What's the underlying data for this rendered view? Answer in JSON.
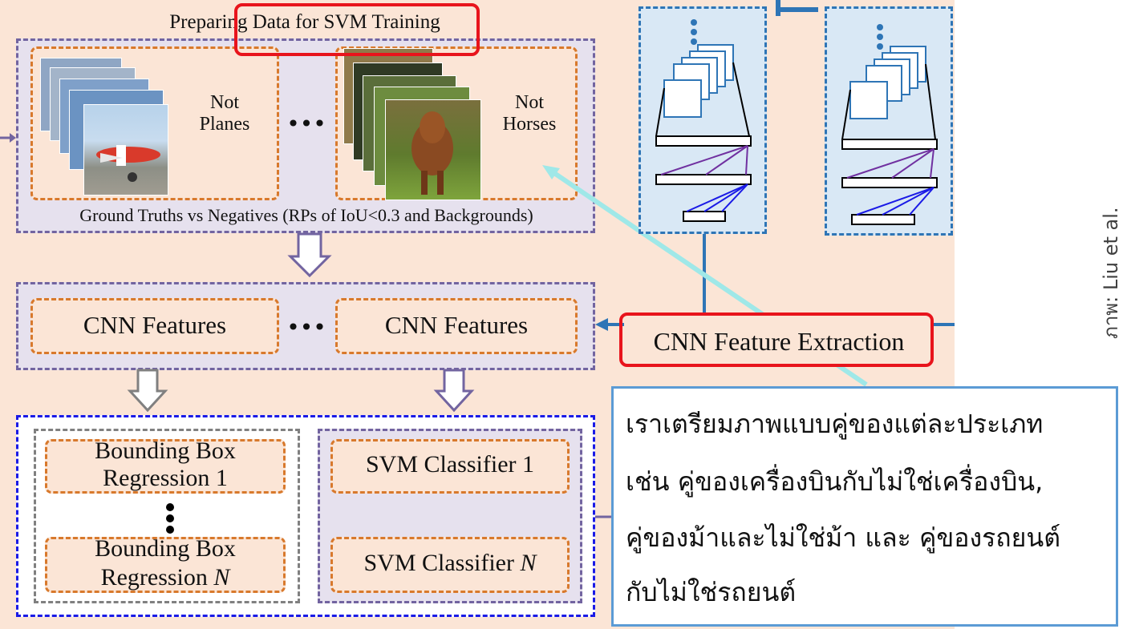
{
  "preparing": {
    "title": "Preparing Data for SVM Training",
    "not_planes_line1": "Not",
    "not_planes_line2": "Planes",
    "ellipsis": "•••",
    "not_horses_line1": "Not",
    "not_horses_line2": "Horses",
    "caption": "Ground Truths vs Negatives (RPs of IoU<0.3 and Backgrounds)"
  },
  "features": {
    "left_label": "CNN Features",
    "ellipsis": "•••",
    "right_label": "CNN Features"
  },
  "extraction": {
    "label": "CNN Feature Extraction"
  },
  "regression": {
    "box1_line1": "Bounding Box",
    "box1_line2": "Regression 1",
    "boxN_line1": "Bounding Box",
    "boxN_line2_prefix": "Regression ",
    "boxN_line2_italic": "N"
  },
  "classifier": {
    "box1": "SVM Classifier 1",
    "boxN_prefix": "SVM Classifier ",
    "boxN_italic": "N"
  },
  "credit": "ภาพ: Liu et al.",
  "note": {
    "line1": "เราเตรียมภาพแบบคู่ของแต่ละประเภท",
    "line2": "เช่น คู่ของเครื่องบินกับไม่ใช่เครื่องบิน,",
    "line3": "คู่ของม้าและไม่ใช่ม้า และ คู่ของรถยนต์",
    "line4": "กับไม่ใช่รถยนต์"
  },
  "colors": {
    "background": "#fbe5d6",
    "purple_dash": "#7264a0",
    "orange_dash": "#d8792c",
    "blue_dash": "#1a1ae6",
    "network_blue": "#2e75b6",
    "highlight_red": "#e8141c",
    "note_border": "#5b9bd5",
    "pointer_cyan": "#9fe8e8"
  }
}
